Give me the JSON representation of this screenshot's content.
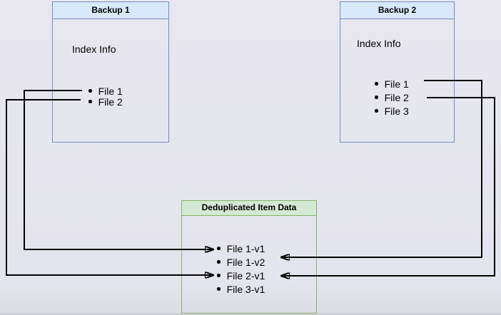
{
  "diagram": {
    "backup1": {
      "title": "Backup 1",
      "label": "Index Info",
      "files": [
        "File 1",
        "File 2"
      ]
    },
    "backup2": {
      "title": "Backup 2",
      "label": "Index Info",
      "files": [
        "File 1",
        "File 2",
        "File 3"
      ]
    },
    "dedup": {
      "title": "Deduplicated Item Data",
      "items": [
        "File 1-v1",
        "File 1-v2",
        "File 2-v1",
        "File 3-v1"
      ]
    },
    "connections": [
      {
        "from": "Backup 1 / File 1",
        "to": "File 1-v1"
      },
      {
        "from": "Backup 1 / File 2",
        "to": "File 2-v1"
      },
      {
        "from": "Backup 2 / File 1",
        "to": "File 1-v2"
      },
      {
        "from": "Backup 2 / File 2",
        "to": "File 2-v1"
      }
    ],
    "colors": {
      "blue_fill": "#dae8fc",
      "blue_border": "#6f8ebf",
      "green_fill": "#d5e8d4",
      "green_border": "#82b366",
      "line": "#000000",
      "text": "#000000",
      "background": "#e5e5ee"
    }
  }
}
